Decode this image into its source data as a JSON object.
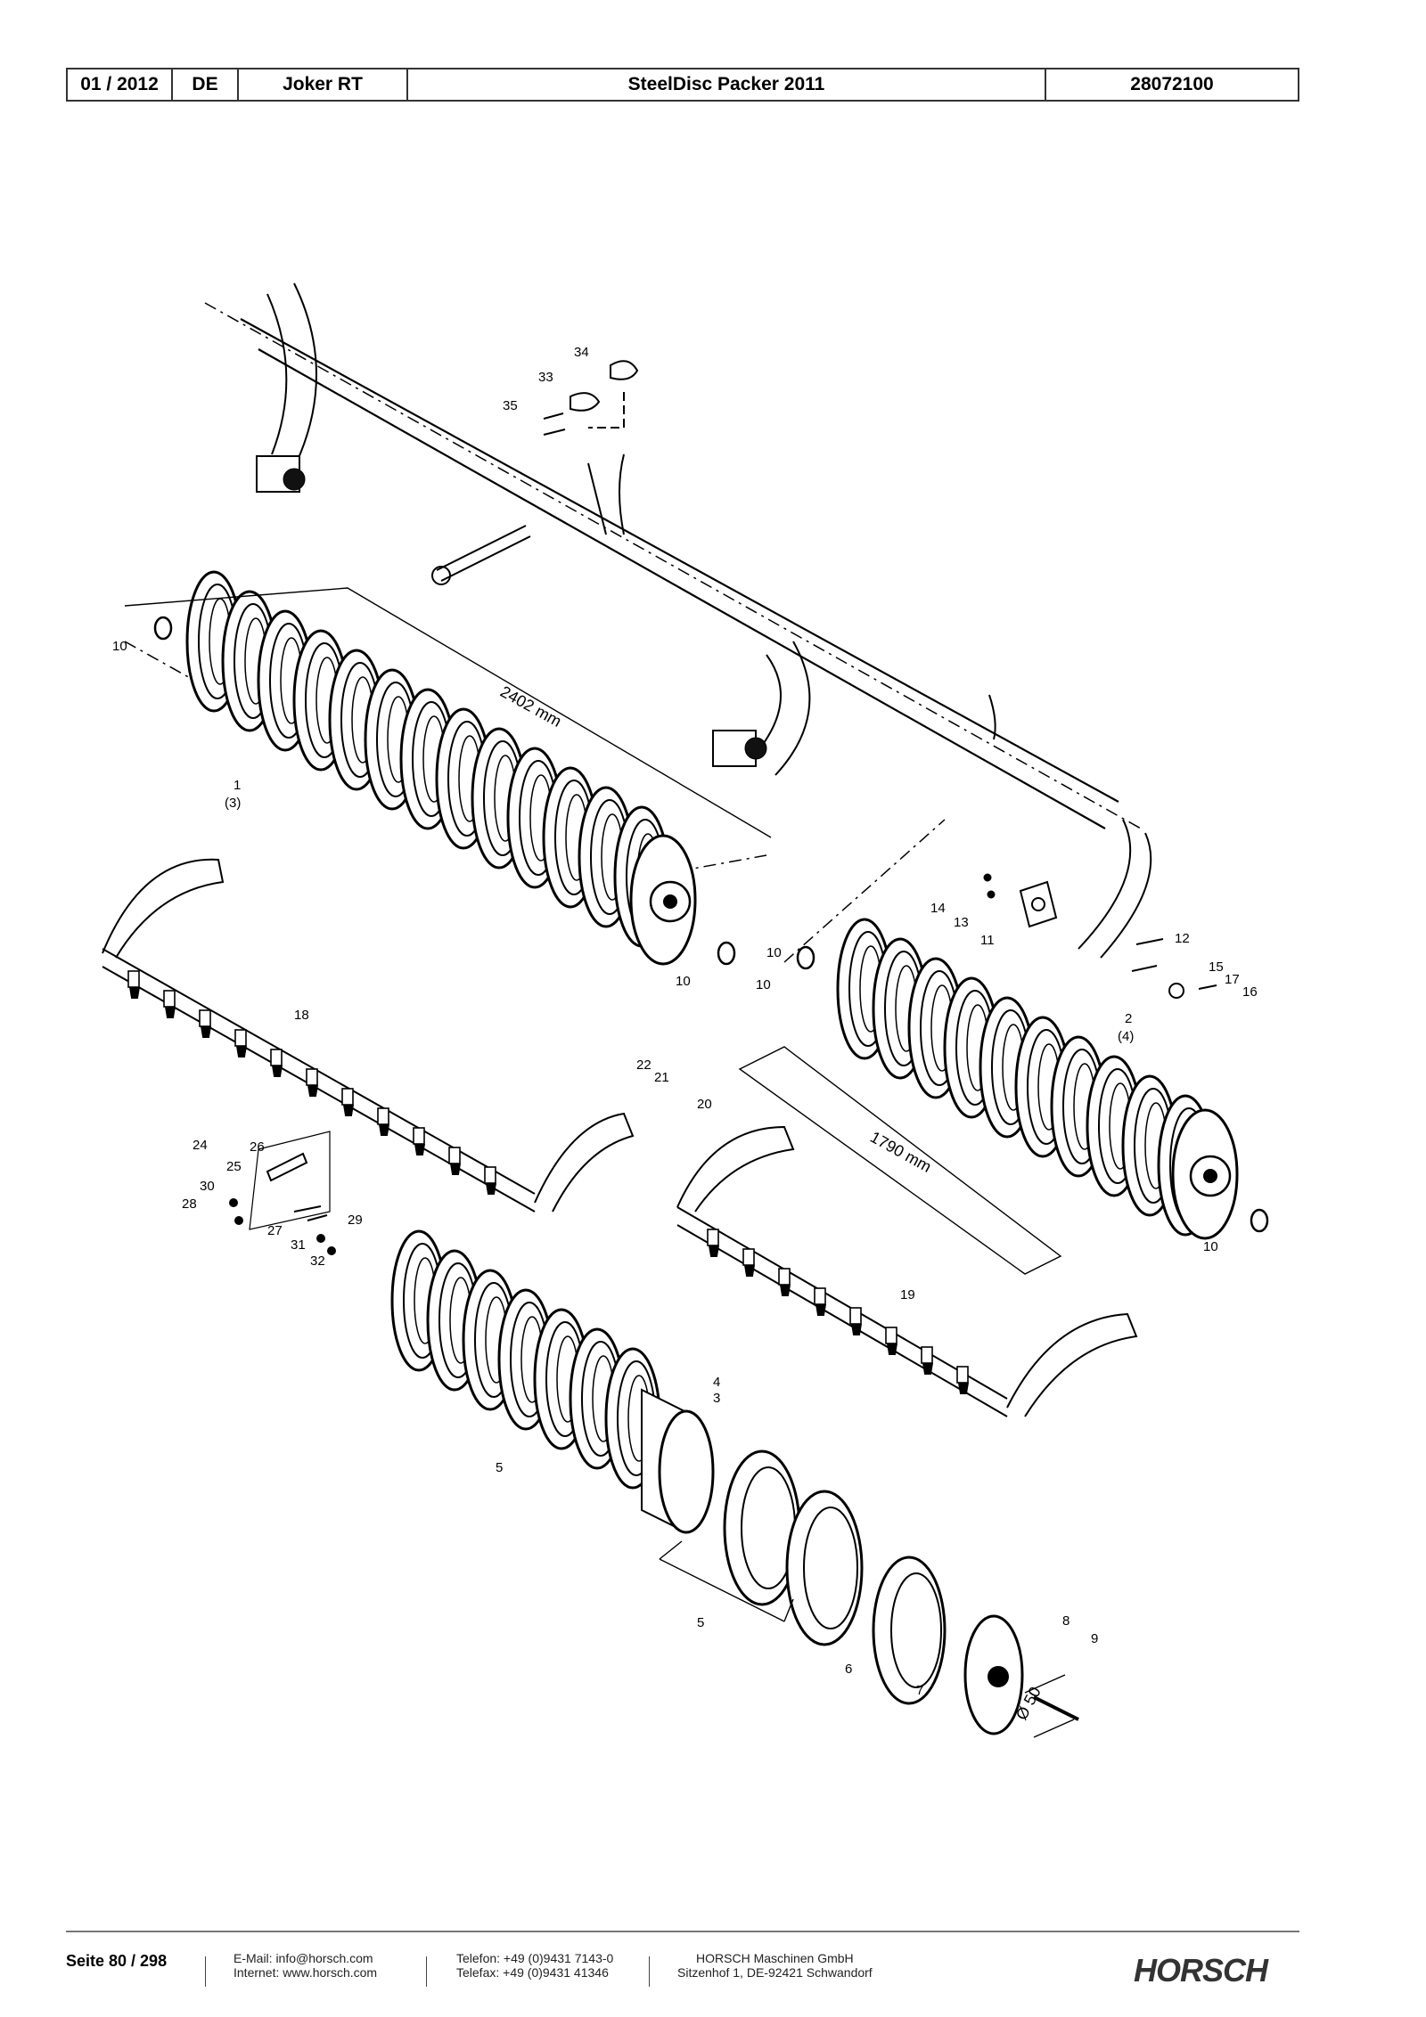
{
  "header": {
    "date": "01 / 2012",
    "lang": "DE",
    "model": "Joker RT",
    "title": "SteelDisc Packer 2011",
    "part_no": "28072100"
  },
  "drawing": {
    "labels": [
      "1",
      "(3)",
      "2",
      "(4)",
      "3",
      "4",
      "5",
      "5",
      "6",
      "7",
      "8",
      "9",
      "10",
      "10",
      "10",
      "10",
      "10",
      "11",
      "12",
      "13",
      "14",
      "15",
      "16",
      "17",
      "18",
      "19",
      "20",
      "21",
      "22",
      "24",
      "25",
      "26",
      "27",
      "28",
      "29",
      "30",
      "31",
      "32",
      "33",
      "34",
      "35"
    ],
    "dims": {
      "left_width": "2402 mm",
      "right_width": "1790 mm",
      "shaft_diameter": "Ø 50"
    }
  },
  "footer": {
    "page": "Seite 80 / 298",
    "email": "E-Mail: info@horsch.com",
    "internet": "Internet: www.horsch.com",
    "phone": "Telefon: +49 (0)9431 7143-0",
    "fax": "Telefax: +49 (0)9431 41346",
    "company": "HORSCH Maschinen GmbH",
    "address": "Sitzenhof 1, DE-92421 Schwandorf",
    "logo": "HORSCH"
  }
}
